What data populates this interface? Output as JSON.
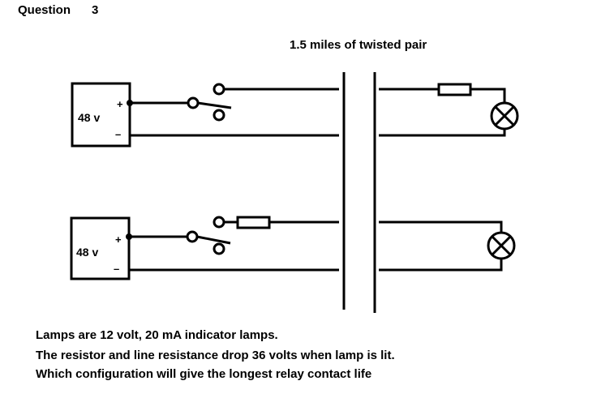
{
  "header": {
    "title": "Question",
    "number": "3"
  },
  "diagram": {
    "cable_label": "1.5 miles of twisted pair",
    "circuit_top": {
      "source_label": "48 v",
      "plus": "+",
      "minus": "–"
    },
    "circuit_bottom": {
      "source_label": "48 v",
      "plus": "+",
      "minus": "–"
    }
  },
  "description": {
    "line1": "Lamps are 12 volt, 20 mA indicator lamps.",
    "line2": "The resistor and line resistance drop 36 volts when lamp is lit.",
    "line3": "Which configuration will give the longest relay contact life"
  }
}
